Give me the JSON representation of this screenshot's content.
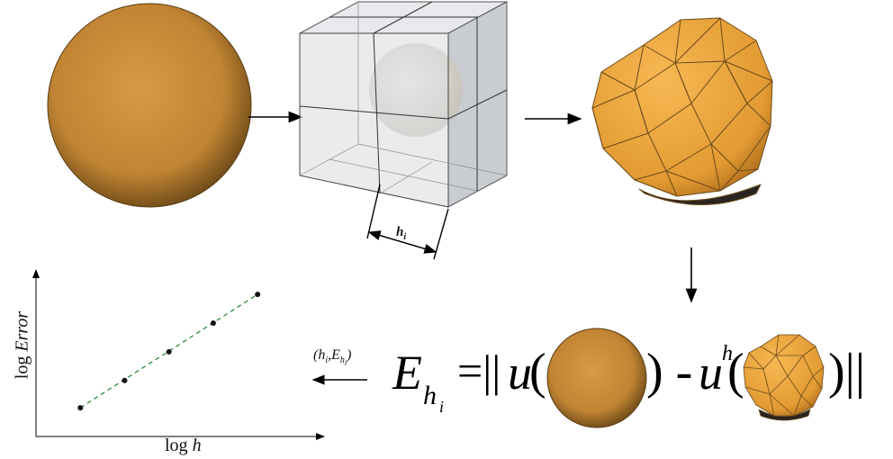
{
  "diagram": {
    "mesh_size_label_h": "h",
    "mesh_size_label_sub": "i",
    "pair_label": "(h",
    "pair_sub_i": "i",
    "pair_comma_E": ",E",
    "pair_sub_h": "h",
    "pair_sub_i2": "i",
    "pair_close": ")",
    "equation": {
      "E": "E",
      "E_sub_h": "h",
      "E_sub_i": "i",
      "equals": "=||",
      "u": "u",
      "open_paren": "(",
      "close_minus": ") -",
      "uh": "u",
      "uh_sup": "h",
      "open_paren2": "(",
      "close_norm": ")||"
    },
    "colors": {
      "sphere": "#c98d3c",
      "mesh_face": "#f0a840",
      "mesh_edge": "#6b4a1a",
      "cube_face": "#cfd2d6",
      "trend_line": "#2e8b3e"
    }
  },
  "plot": {
    "xlabel_log": "log",
    "xlabel_var": "h",
    "ylabel_log": "log",
    "ylabel_var": "Error"
  },
  "chart_data": {
    "type": "scatter",
    "xlabel": "log h",
    "ylabel": "log Error",
    "grid": false,
    "legend": "none",
    "x": [
      1,
      2,
      3,
      4,
      5
    ],
    "y": [
      1,
      1.95,
      2.95,
      3.95,
      4.95
    ],
    "trend_line": "dashed linear fit",
    "xlim": [
      0,
      6.5
    ],
    "ylim": [
      0,
      5.8
    ]
  }
}
